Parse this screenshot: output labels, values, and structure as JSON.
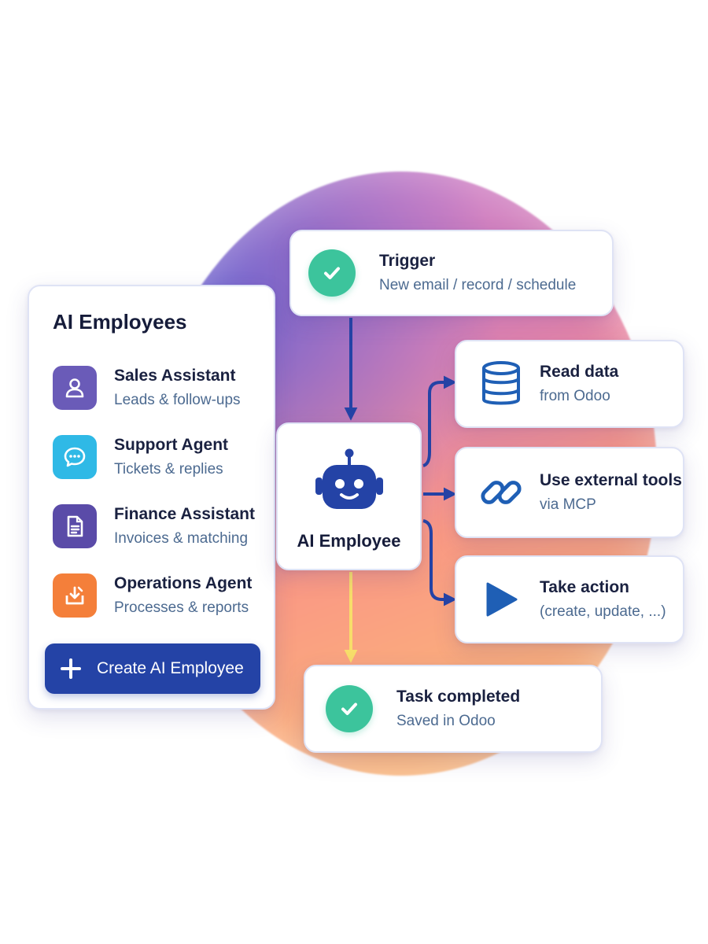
{
  "panel": {
    "title": "AI Employees",
    "agents": [
      {
        "name": "Sales Assistant",
        "desc": "Leads & follow-ups",
        "icon": "user-icon",
        "color": "#6a5bb8"
      },
      {
        "name": "Support Agent",
        "desc": "Tickets & replies",
        "icon": "chat-bubble-icon",
        "color": "#2fb9e6"
      },
      {
        "name": "Finance Assistant",
        "desc": "Invoices & matching",
        "icon": "document-icon",
        "color": "#5a4ba8"
      },
      {
        "name": "Operations Agent",
        "desc": "Processes & reports",
        "icon": "download-tray-icon",
        "color": "#f47f3a"
      }
    ],
    "create_label": "Create AI Employee"
  },
  "flow": {
    "trigger": {
      "title": "Trigger",
      "desc": "New email / record / schedule"
    },
    "employee_label": "AI Employee",
    "read": {
      "title": "Read data",
      "desc": "from Odoo"
    },
    "tools": {
      "title": "Use external tools",
      "desc": "via MCP"
    },
    "action": {
      "title": "Take action",
      "desc": "(create, update, ...)"
    },
    "completed": {
      "title": "Task completed",
      "desc": "Saved in Odoo"
    }
  },
  "colors": {
    "accent": "#2443a6",
    "check_green": "#3cc49c",
    "connector_blue": "#2443a6",
    "connector_yellow": "#f7de6a",
    "icon_blue": "#1f5fb5"
  }
}
